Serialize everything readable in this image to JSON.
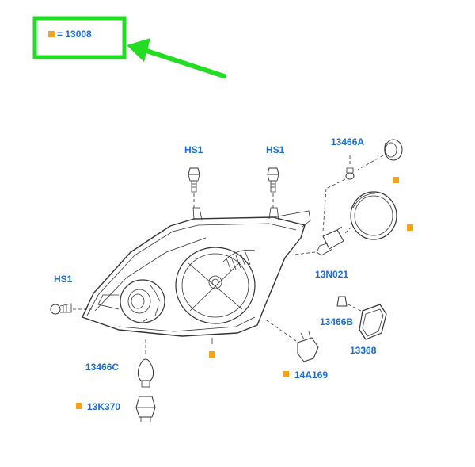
{
  "legend": {
    "text": "= 13008"
  },
  "colors": {
    "label": "#1a6fd6",
    "marker": "#f7a21b",
    "highlight": "#22dd22",
    "line": "#333333"
  },
  "labels": {
    "hs1_left": "HS1",
    "hs1_center": "HS1",
    "hs1_right": "HS1",
    "p13466A": "13466A",
    "p13N021": "13N021",
    "p13466B": "13466B",
    "p13368": "13368",
    "p13466C": "13466C",
    "p13K370": "13K370",
    "p14A169": "14A169"
  }
}
